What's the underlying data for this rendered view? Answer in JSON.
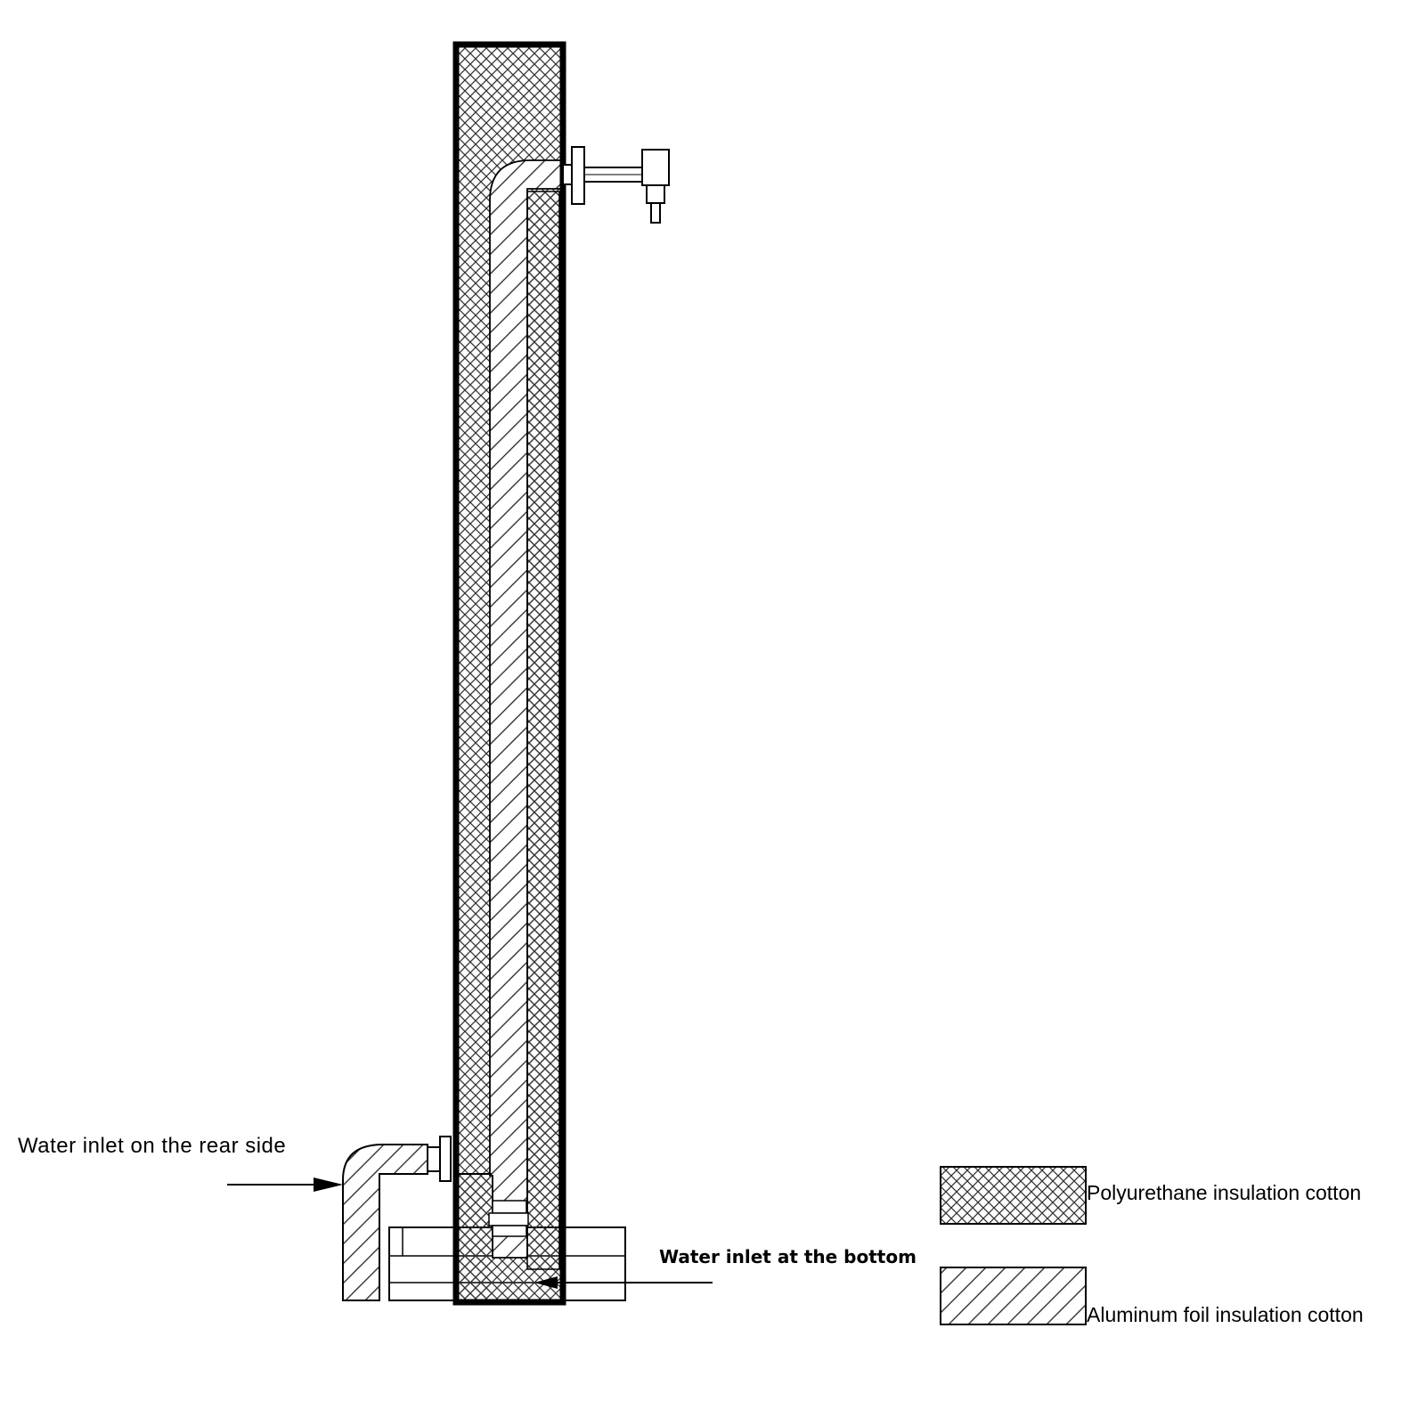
{
  "labels": {
    "rear_inlet": "Water inlet on the rear side",
    "bottom_inlet": "Water inlet at the bottom"
  },
  "legend": [
    {
      "pattern": "crosshatch",
      "label": "Polyurethane insulation cotton"
    },
    {
      "pattern": "diagonal",
      "label": "Aluminum foil insulation cotton"
    }
  ],
  "colors": {
    "line": "#000000",
    "hatch": "#333333",
    "background": "#ffffff"
  }
}
